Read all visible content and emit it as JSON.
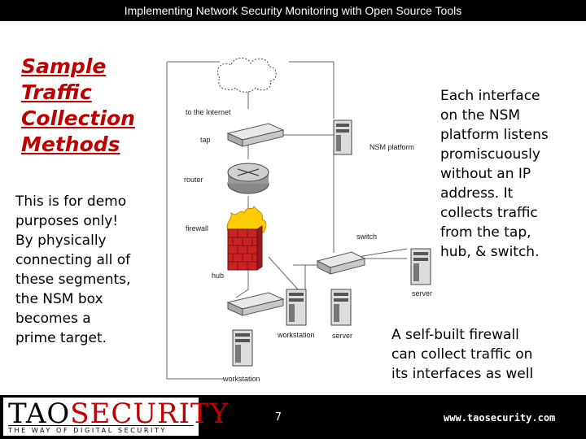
{
  "header": {
    "title": "Implementing Network Security Monitoring with Open Source Tools"
  },
  "slide": {
    "title_lines": [
      "Sample",
      "Traffic",
      "Collection",
      "Methods"
    ],
    "left_body_lines": [
      "This is for demo",
      "purposes only!",
      "By physically",
      "connecting all of",
      "these segments,",
      "the NSM box",
      "becomes a",
      "prime target."
    ],
    "right_text_lines": [
      "Each interface",
      "on the NSM",
      "platform listens",
      "promiscuously",
      "without an IP",
      "address.  It",
      "collects traffic",
      "from the tap,",
      "hub, & switch."
    ],
    "bottom_text_lines": [
      "A self-built firewall",
      "can collect traffic on",
      "its interfaces as well"
    ]
  },
  "diagram": {
    "labels": {
      "to_internet": "to the Internet",
      "tap": "tap",
      "router": "router",
      "firewall": "firewall",
      "hub": "hub",
      "nsm_platform": "NSM platform",
      "switch": "switch",
      "server_right": "server",
      "workstation_mid": "workstation",
      "server_mid": "server",
      "workstation_bottom": "workstation"
    },
    "icons": [
      "cloud-icon",
      "tap-device-icon",
      "router-icon",
      "firewall-icon",
      "hub-device-icon",
      "switch-device-icon",
      "tower-computer-icon"
    ]
  },
  "footer": {
    "logo_main_prefix": "TAO",
    "logo_main_suffix": "SECURITY",
    "logo_tagline": "THE WAY OF DIGITAL SECURITY",
    "page_number": "7",
    "url": "www.taosecurity.com"
  },
  "colors": {
    "title_red": "#c00000",
    "bar_black": "#000000",
    "brick_red": "#cc2222",
    "flame_yellow": "#ffcc00"
  }
}
